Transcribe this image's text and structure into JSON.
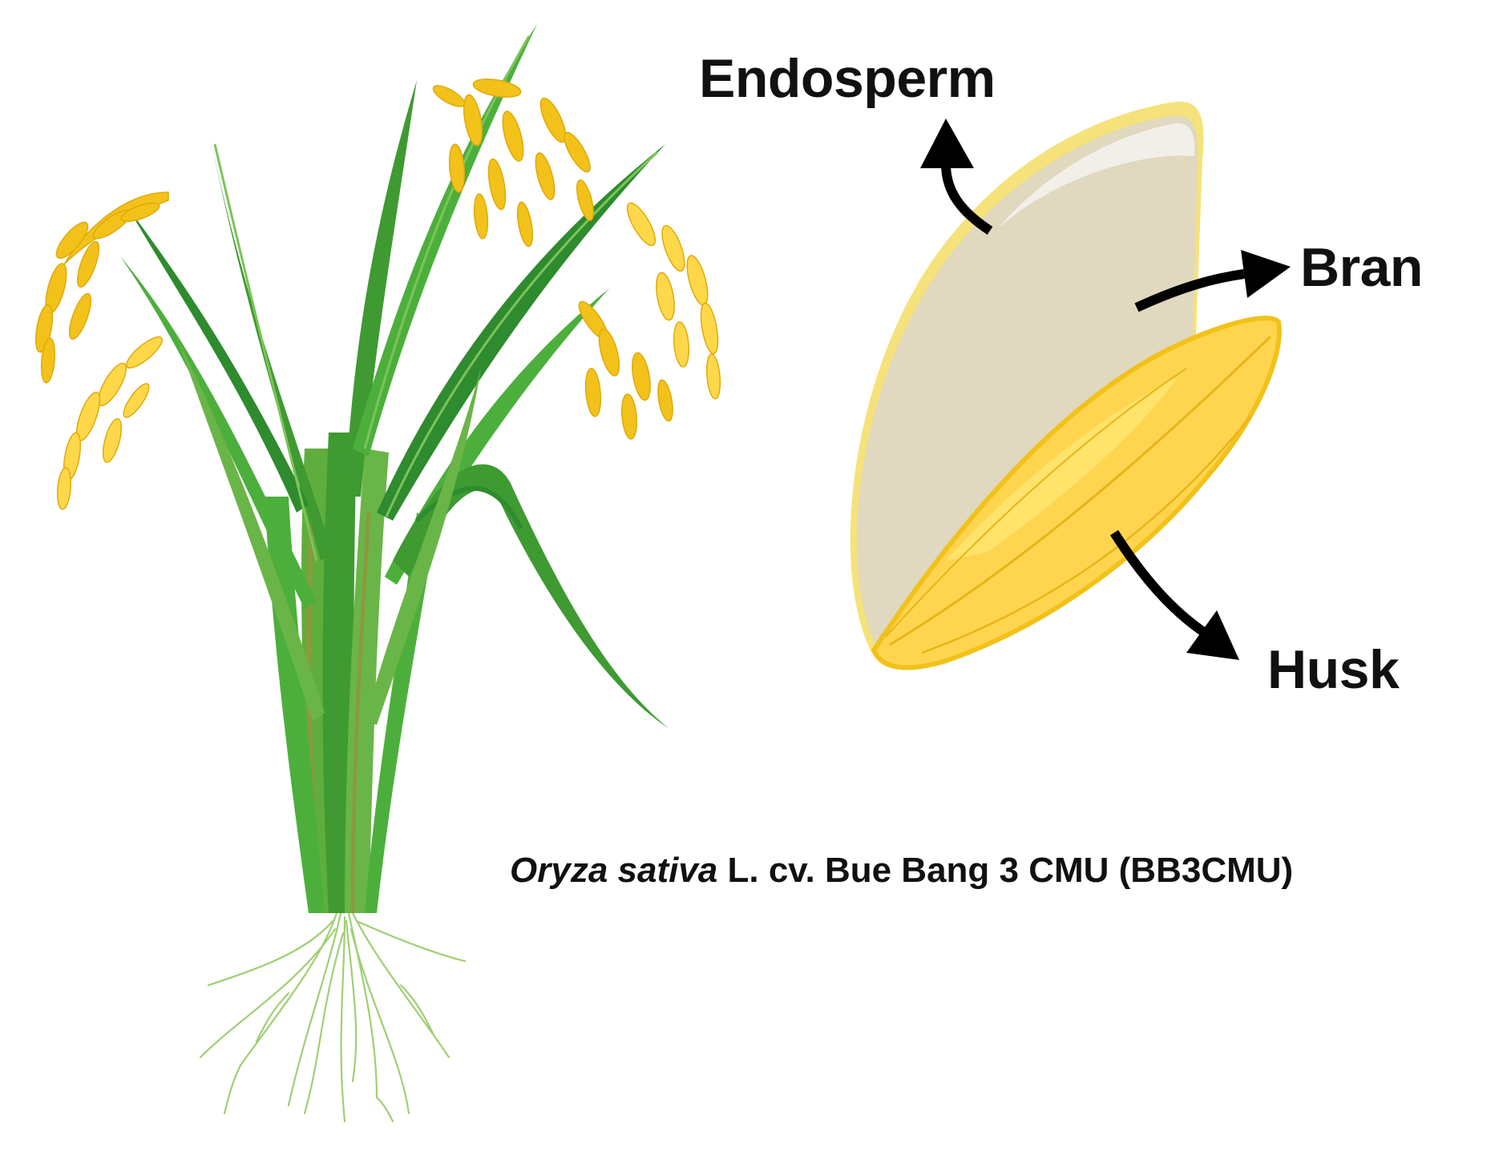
{
  "labels": {
    "endosperm": "Endosperm",
    "bran": "Bran",
    "husk": "Husk"
  },
  "caption": {
    "species": "Oryza sativa",
    "rest": " L. cv. Bue Bang 3 CMU (BB3CMU)"
  },
  "colors": {
    "leaf_dark": "#2e8b2e",
    "leaf_mid": "#4caf3c",
    "leaf_light": "#7cc45a",
    "stem_olive": "#8a9a3c",
    "grain_gold": "#f2c21a",
    "grain_yellow": "#ffd84a",
    "husk_fill": "#ffd54f",
    "endosperm_fill": "#e0d8bf",
    "endosperm_tip": "#f1efe8",
    "root": "#9fcf74",
    "arrow": "#000000",
    "text": "#111111"
  },
  "icons": [
    "rice-plant-illustration",
    "rice-grain-illustration",
    "arrow-icon"
  ]
}
